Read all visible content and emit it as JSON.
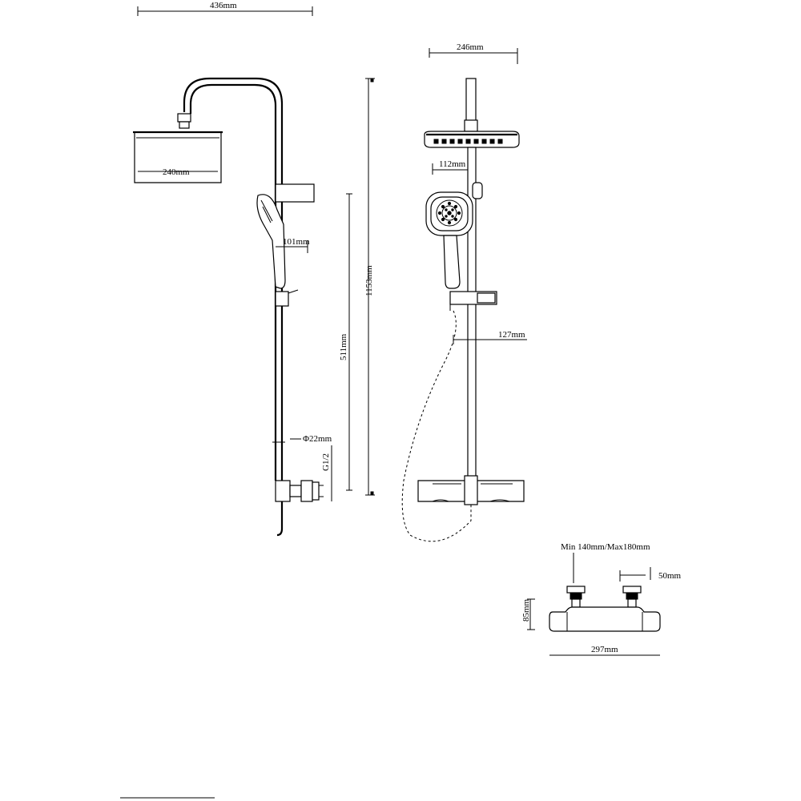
{
  "front_view": {
    "overall_width": "436mm",
    "head_width": "240mm",
    "arm_offset": "101mm",
    "pipe_diameter": "Φ22mm",
    "total_height": "1153mm",
    "rail_height": "511mm",
    "inlet": "G1/2"
  },
  "side_view": {
    "head_depth": "246mm",
    "holder_offset": "112mm",
    "slider_offset": "127mm"
  },
  "valve_detail": {
    "centers": "Min 140mm/Max180mm",
    "eccentric": "50mm",
    "height": "85mm",
    "width": "297mm"
  }
}
